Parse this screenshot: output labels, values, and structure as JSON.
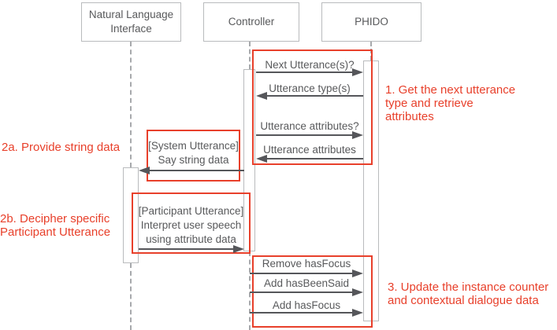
{
  "diagram": {
    "title": "PHIDO controller sequence diagram",
    "colors": {
      "annotation_red": "#e8402b",
      "line_gray": "#a7a9ac",
      "border_gray": "#b9bbbd",
      "arrow_gray": "#55565a",
      "text_gray": "#58595b",
      "background": "#ffffff"
    },
    "actors": [
      {
        "name": "Natural Language\nInterface"
      },
      {
        "name": "Controller"
      },
      {
        "name": "PHIDO"
      }
    ],
    "messages": [
      {
        "label": "Next Utterance(s)?",
        "from": "Controller",
        "to": "PHIDO"
      },
      {
        "label": "Utterance type(s)",
        "from": "PHIDO",
        "to": "Controller"
      },
      {
        "label": "Utterance attributes?",
        "from": "Controller",
        "to": "PHIDO"
      },
      {
        "label": "Utterance attributes",
        "from": "PHIDO",
        "to": "Controller"
      },
      {
        "label": "[System Utterance]\nSay string data",
        "from": "Controller",
        "to": "Natural Language Interface"
      },
      {
        "label": "[Participant Utterance]\nInterpret user speech\nusing attribute data",
        "from": "Natural Language Interface",
        "to": "Controller"
      },
      {
        "label": "Remove hasFocus",
        "from": "Controller",
        "to": "PHIDO"
      },
      {
        "label": "Add hasBeenSaid",
        "from": "Controller",
        "to": "PHIDO"
      },
      {
        "label": "Add hasFocus",
        "from": "Controller",
        "to": "PHIDO"
      }
    ],
    "annotations": [
      {
        "label": "1. Get the next utterance\ntype and retrieve\nattributes"
      },
      {
        "label": "2a. Provide string data"
      },
      {
        "label": "2b. Decipher specific\nParticipant Utterance"
      },
      {
        "label": "3. Update the instance counter\nand contextual dialogue data"
      }
    ]
  }
}
